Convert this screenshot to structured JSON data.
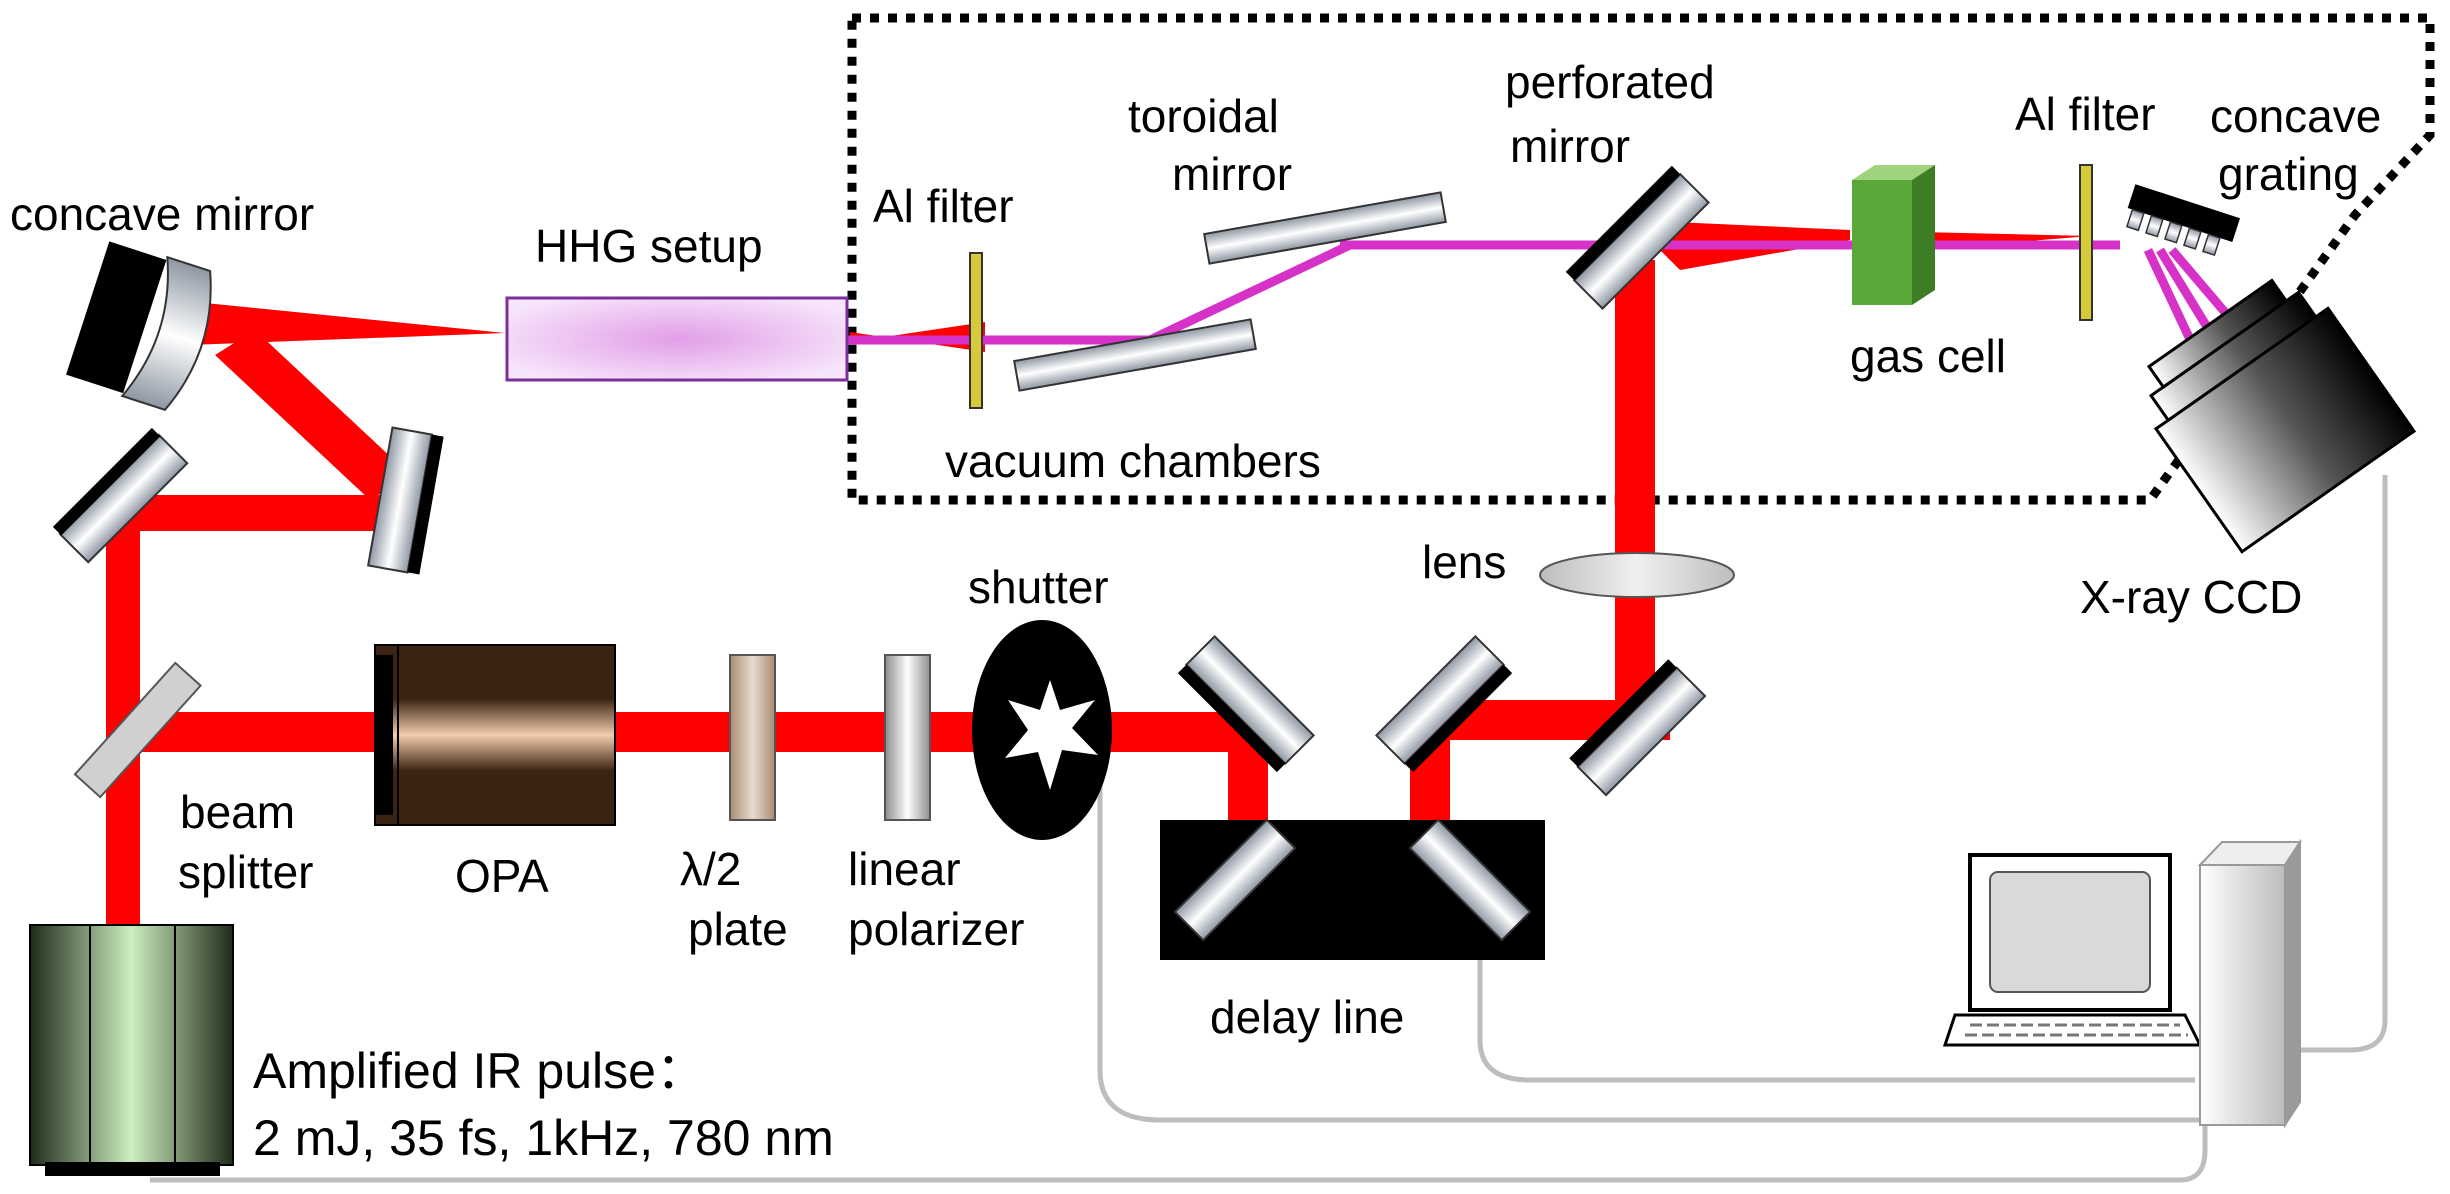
{
  "labels": {
    "concave_mirror": "concave mirror",
    "hhg_setup": "HHG setup",
    "al_filter_1": "Al filter",
    "toroidal_mirror_line1": "toroidal",
    "toroidal_mirror_line2": "mirror",
    "perforated_mirror_line1": "perforated",
    "perforated_mirror_line2": "mirror",
    "al_filter_2": "Al filter",
    "concave_grating_line1": "concave",
    "concave_grating_line2": "grating",
    "gas_cell": "gas cell",
    "vacuum_chambers": "vacuum chambers",
    "xray_ccd": "X-ray CCD",
    "lens": "lens",
    "shutter": "shutter",
    "beam_splitter_line1": "beam",
    "beam_splitter_line2": "splitter",
    "opa": "OPA",
    "half_wave_plate_line1": "λ/2",
    "half_wave_plate_line2": "plate",
    "linear_polarizer_line1": "linear",
    "linear_polarizer_line2": "polarizer",
    "delay_line": "delay line",
    "amplified_ir_line1": "Amplified IR pulse：",
    "amplified_ir_line2": "2 mJ, 35 fs, 1kHz, 780 nm"
  },
  "colors": {
    "ir_beam": "#ff0000",
    "xuv_beam": "#d732c8",
    "optic_body": "#b8bfc8",
    "optic_back": "#000000",
    "gas_cell": "#5aa837",
    "al_filter": "#d6c93a",
    "cable": "#bdbdbd",
    "hhg_border": "#7a2f9a"
  }
}
